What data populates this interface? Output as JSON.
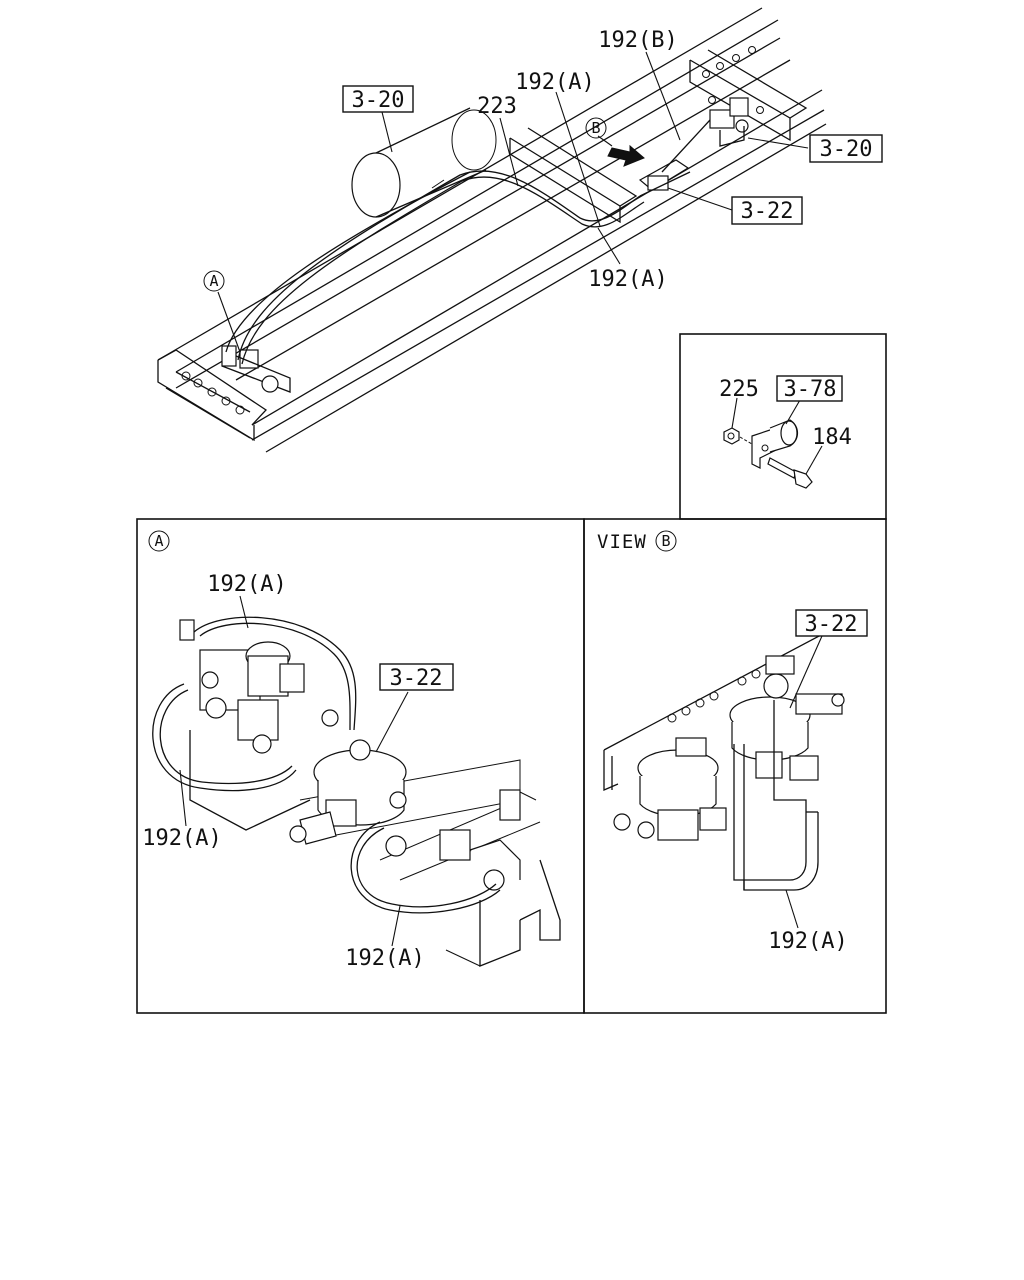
{
  "main_view": {
    "ref_boxes": [
      "3-20",
      "3-20",
      "3-22"
    ],
    "part_labels": [
      "192(B)",
      "192(A)",
      "223",
      "192(A)"
    ],
    "circle_callouts": [
      "A",
      "B"
    ]
  },
  "inset_mount": {
    "ref_box": "3-78",
    "part_labels": [
      "225",
      "184"
    ]
  },
  "panel_a": {
    "circle_label": "A",
    "ref_box": "3-22",
    "part_labels": [
      "192(A)",
      "192(A)",
      "192(A)"
    ]
  },
  "panel_b": {
    "view_text": "VIEW",
    "circle_label": "B",
    "ref_box": "3-22",
    "part_labels": [
      "192(A)"
    ]
  }
}
